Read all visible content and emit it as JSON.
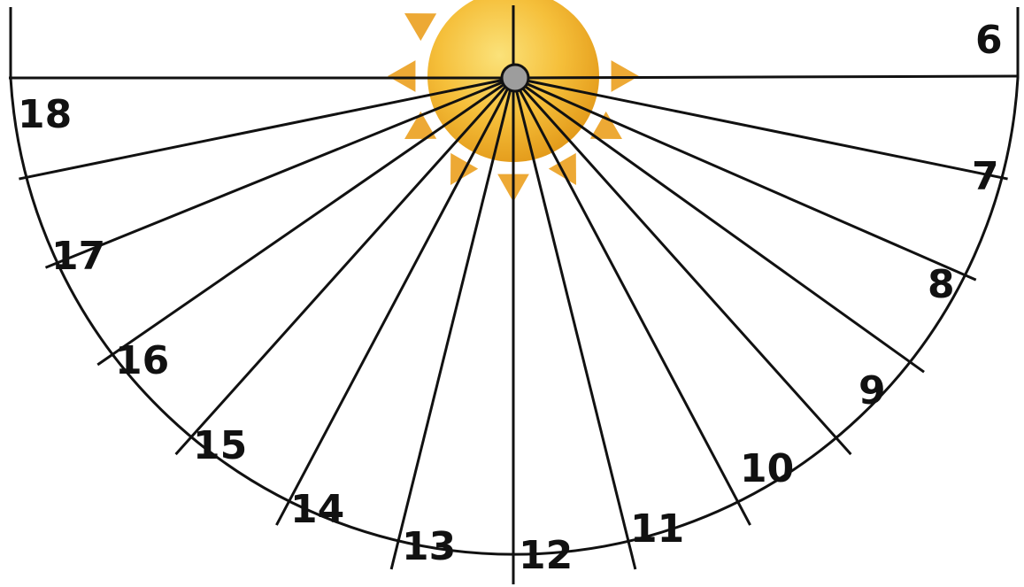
{
  "diagram": {
    "colors": {
      "background": "#ffffff",
      "lines": "#111111",
      "sun_inner": "#f7c842",
      "sun_outer": "#e9a31c",
      "rays": "#eda935",
      "gnomon": "#9a9a9a"
    },
    "icons": [
      "sun-icon",
      "gnomon-pin-icon"
    ],
    "hours": [
      {
        "label": "6"
      },
      {
        "label": "7"
      },
      {
        "label": "8"
      },
      {
        "label": "9"
      },
      {
        "label": "10"
      },
      {
        "label": "11"
      },
      {
        "label": "12"
      },
      {
        "label": "13"
      },
      {
        "label": "14"
      },
      {
        "label": "15"
      },
      {
        "label": "16"
      },
      {
        "label": "17"
      },
      {
        "label": "18"
      }
    ]
  }
}
